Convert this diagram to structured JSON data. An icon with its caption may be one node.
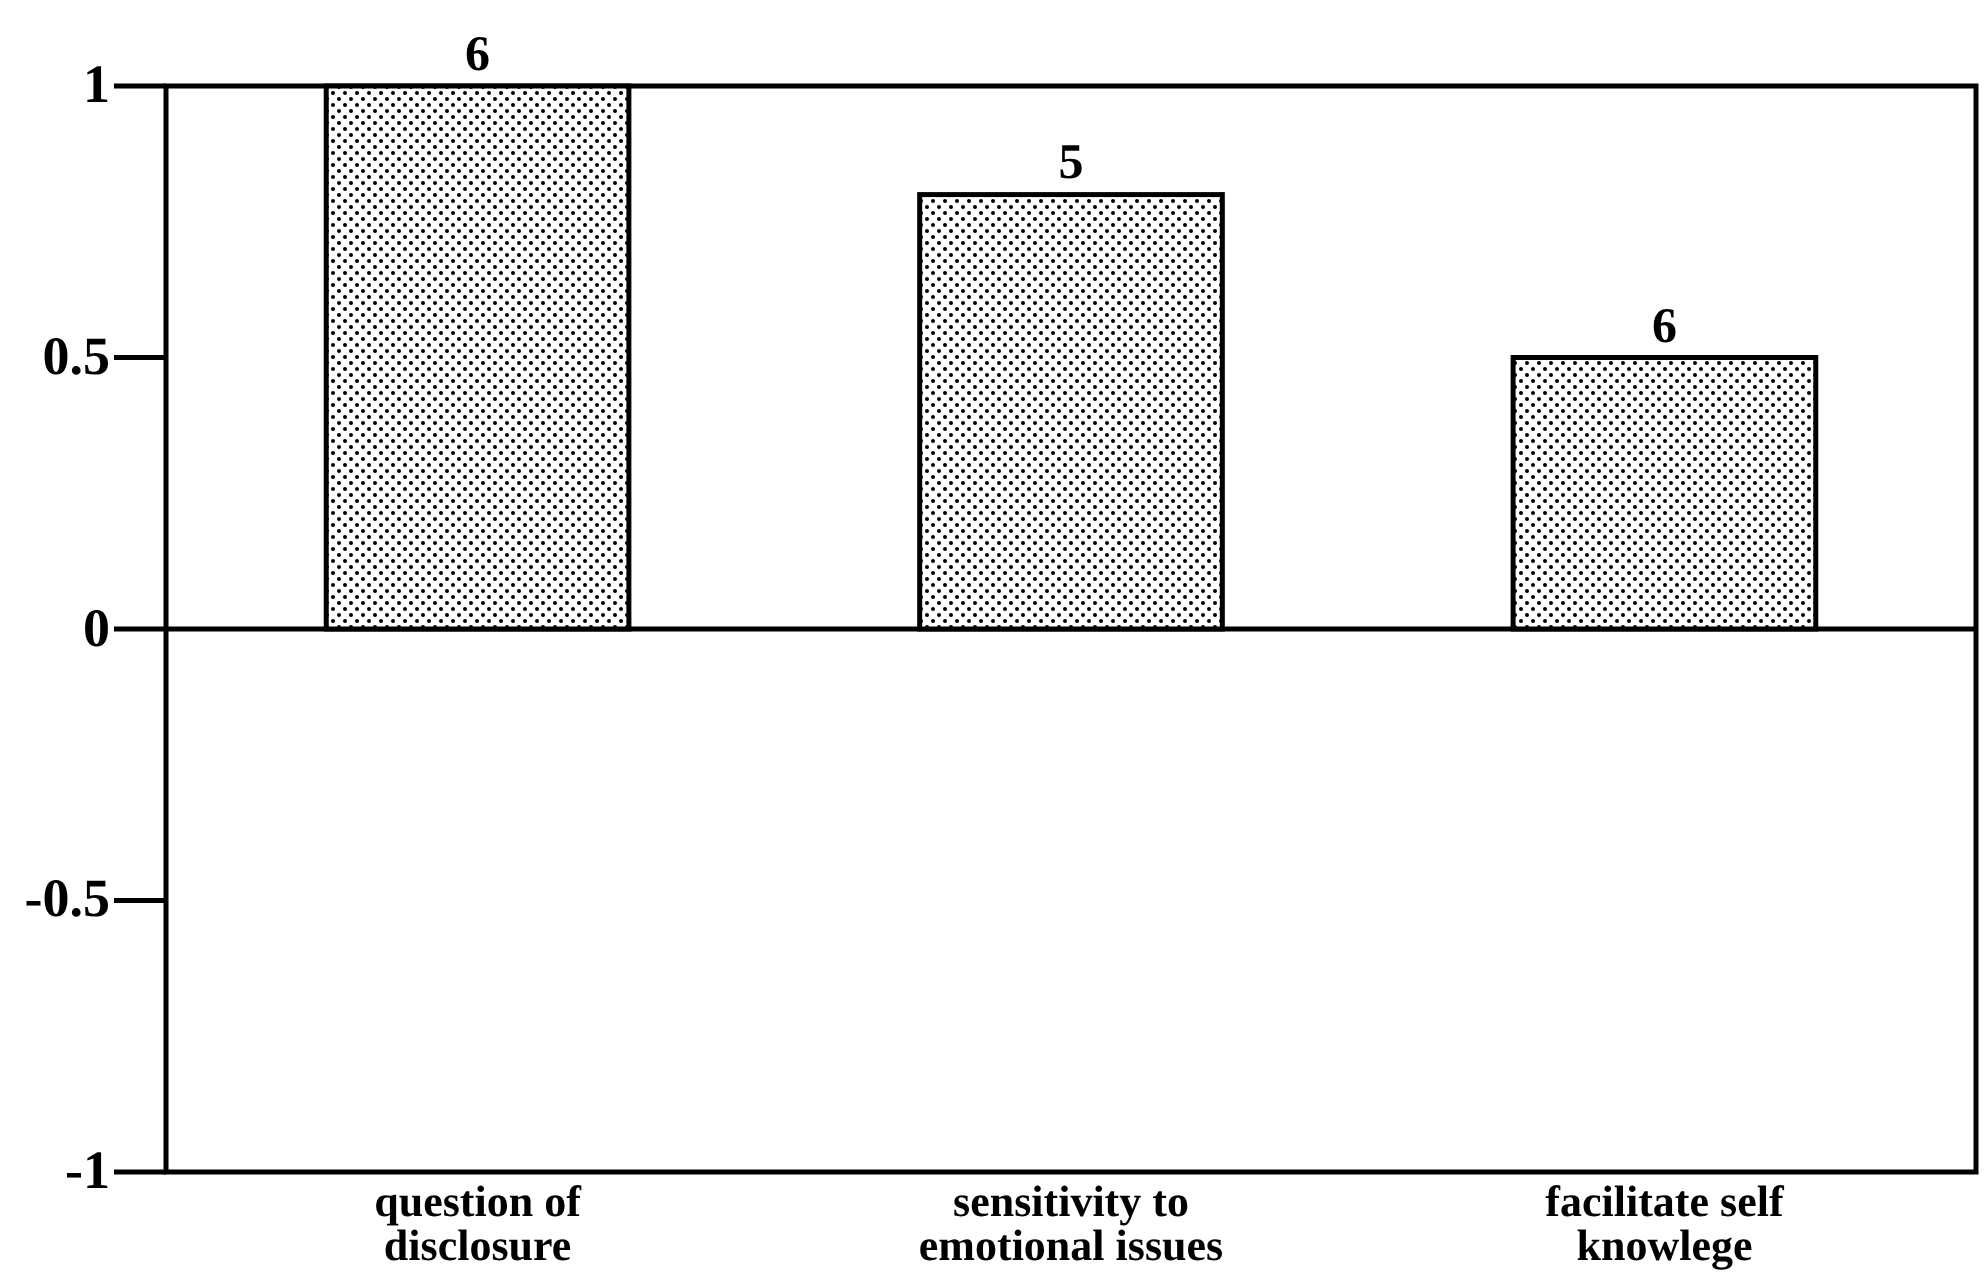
{
  "diagram": {
    "chart_data": {
      "type": "bar",
      "categories": [
        "question of disclosure",
        "sensitivity to emotional issues",
        "facilitate self knowlege"
      ],
      "series": [
        {
          "color": "#000000",
          "values": [
            1,
            0.8,
            0.5
          ]
        }
      ],
      "ylim": [
        -1,
        1
      ],
      "yticks": [
        -1,
        -0.5,
        0,
        0.5,
        1
      ],
      "value_labels": [
        "6",
        "5",
        "6"
      ]
    }
  }
}
